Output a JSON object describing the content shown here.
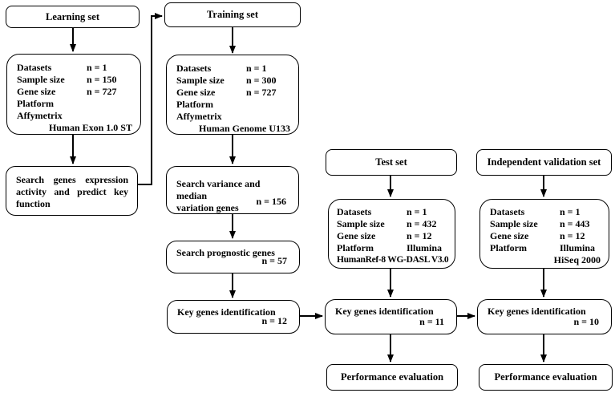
{
  "colors": {
    "line": "#000000",
    "text": "#000000",
    "background": "#ffffff"
  },
  "learning": {
    "header": "Learning set",
    "rows": [
      {
        "label": "Datasets",
        "value": "n = 1"
      },
      {
        "label": "Sample size",
        "value": "n = 150"
      },
      {
        "label": "Gene size",
        "value": "n = 727"
      },
      {
        "label": "Platform",
        "value": ""
      },
      {
        "label": "Affymetrix",
        "value": ""
      }
    ],
    "platform_detail": "Human Exon 1.0 ST",
    "process_lines": [
      "Search genes expression",
      "activity and predict key",
      "function"
    ]
  },
  "training": {
    "header": "Training set",
    "rows": [
      {
        "label": "Datasets",
        "value": "n = 1"
      },
      {
        "label": "Sample size",
        "value": "n = 300"
      },
      {
        "label": "Gene size",
        "value": "n = 727"
      },
      {
        "label": "Platform",
        "value": ""
      },
      {
        "label": "Affymetrix",
        "value": ""
      }
    ],
    "platform_detail": "Human Genome U133",
    "variance_step": {
      "lines": [
        "Search variance and median",
        "variation genes"
      ],
      "n": "n = 156"
    },
    "prognostic_step": {
      "text": "Search prognostic genes",
      "n": "n = 57"
    },
    "key_step": {
      "text": "Key genes identification",
      "n": "n = 12"
    }
  },
  "test": {
    "header": "Test set",
    "rows": [
      {
        "label": "Datasets",
        "value": "n = 1"
      },
      {
        "label": "Sample size",
        "value": "n = 432"
      },
      {
        "label": "Gene size",
        "value": "n = 12"
      },
      {
        "label": "Platform",
        "value": "Illumina"
      }
    ],
    "platform_detail": "HumanRef-8 WG-DASL V3.0",
    "key_step": {
      "text": "Key genes identification",
      "n": "n = 11"
    },
    "performance": "Performance evaluation"
  },
  "validation": {
    "header": "Independent validation set",
    "rows": [
      {
        "label": "Datasets",
        "value": "n = 1"
      },
      {
        "label": "Sample size",
        "value": "n = 443"
      },
      {
        "label": "Gene size",
        "value": "n = 12"
      },
      {
        "label": "Platform",
        "value": "Illumina"
      }
    ],
    "platform_detail": "HiSeq 2000",
    "key_step": {
      "text": "Key genes identification",
      "n": "n = 10"
    },
    "performance": "Performance evaluation"
  }
}
